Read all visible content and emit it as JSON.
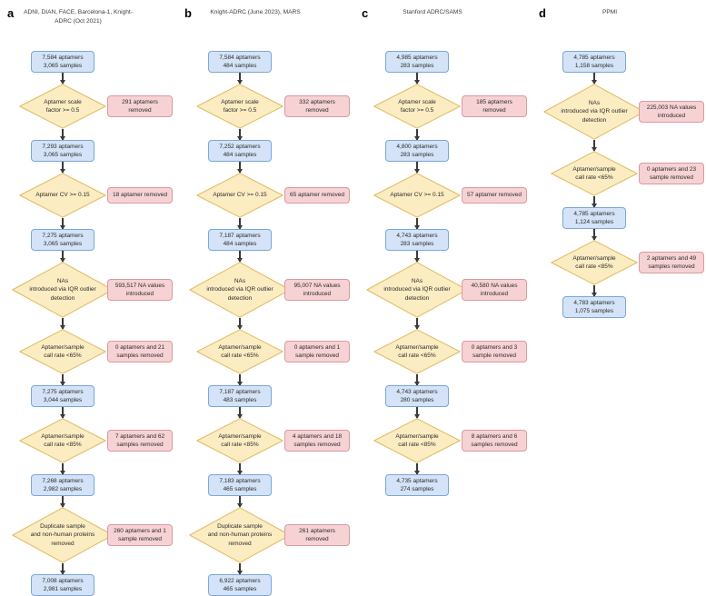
{
  "figure": {
    "kind": "flowchart",
    "colors": {
      "box_fill": "#d4e3f7",
      "box_stroke": "#7ba7d7",
      "decision_fill": "#fbecc2",
      "decision_stroke": "#e0bb62",
      "removed_fill": "#f6d2d4",
      "removed_stroke": "#d99a9f",
      "arrow": "#3a3a3a",
      "text": "#2b2b2b",
      "background": "#ffffff"
    }
  },
  "panels": [
    {
      "letter": "a",
      "title": "ADNI, DIAN, FACE, Barcelona-1, Knight-ADRC (Oct 2021)",
      "steps": [
        {
          "type": "box",
          "text": "7,584 aptamers\n3,065 samples"
        },
        {
          "type": "decision",
          "text": "Aptamer scale\nfactor >= 0.5",
          "side": "291 aptamers\nremoved"
        },
        {
          "type": "box",
          "text": "7,293 aptamers\n3,065 samples"
        },
        {
          "type": "decision",
          "text": "Aptamer CV >= 0.15",
          "side": "18 aptamer removed"
        },
        {
          "type": "box",
          "text": "7,275 aptamers\n3,065 samples"
        },
        {
          "type": "decision",
          "text": "NAs\nintroduced via IQR outlier\ndetection",
          "side": "593,517 NA values\nintroduced"
        },
        {
          "type": "decision",
          "text": "Aptamer/sample\ncall rate <65%",
          "side": "0 aptamers and 21\nsamples removed"
        },
        {
          "type": "box",
          "text": "7,275 aptamers\n3,044 samples"
        },
        {
          "type": "decision",
          "text": "Aptamer/sample\ncall rate <85%",
          "side": "7 aptamers and 62\nsamples removed"
        },
        {
          "type": "box",
          "text": "7,268 aptamers\n2,982 samples"
        },
        {
          "type": "decision",
          "text": "Duplicate sample\nand non-human proteins\nremoved",
          "side": "260 aptamers and 1\nsample removed"
        },
        {
          "type": "box",
          "text": "7,008 aptamers\n2,981 samples"
        }
      ]
    },
    {
      "letter": "b",
      "title": "Knight-ADRC (June 2023), MARS",
      "steps": [
        {
          "type": "box",
          "text": "7,584 aptamers\n484 samples"
        },
        {
          "type": "decision",
          "text": "Aptamer scale\nfactor >= 0.5",
          "side": "332 aptamers\nremoved"
        },
        {
          "type": "box",
          "text": "7,252 aptamers\n484 samples"
        },
        {
          "type": "decision",
          "text": "Aptamer CV >= 0.15",
          "side": "65 aptamer removed"
        },
        {
          "type": "box",
          "text": "7,187 aptamers\n484 samples"
        },
        {
          "type": "decision",
          "text": "NAs\nintroduced via IQR outlier\ndetection",
          "side": "95,007 NA values\nintroduced"
        },
        {
          "type": "decision",
          "text": "Aptamer/sample\ncall rate <65%",
          "side": "0 aptamers and 1\nsample removed"
        },
        {
          "type": "box",
          "text": "7,187 aptamers\n483 samples"
        },
        {
          "type": "decision",
          "text": "Aptamer/sample\ncall rate <85%",
          "side": "4 aptamers and 18\nsamples removed"
        },
        {
          "type": "box",
          "text": "7,183 aptamers\n465 samples"
        },
        {
          "type": "decision",
          "text": "Duplicate sample\nand non-human proteins\nremoved",
          "side": "261 aptamers\nremoved"
        },
        {
          "type": "box",
          "text": "6,922 aptamers\n465 samples"
        }
      ]
    },
    {
      "letter": "c",
      "title": "Stanford ADRC/SAMS",
      "steps": [
        {
          "type": "box",
          "text": "4,985 aptamers\n283 samples"
        },
        {
          "type": "decision",
          "text": "Aptamer scale\nfactor >= 0.5",
          "side": "185 aptamers\nremoved"
        },
        {
          "type": "box",
          "text": "4,800 aptamers\n283 samples"
        },
        {
          "type": "decision",
          "text": "Aptamer CV >= 0.15",
          "side": "57 aptamer removed"
        },
        {
          "type": "box",
          "text": "4,743 aptamers\n283 samples"
        },
        {
          "type": "decision",
          "text": "NAs\nintroduced via IQR outlier\ndetection",
          "side": "40,580 NA values\nintroduced"
        },
        {
          "type": "decision",
          "text": "Aptamer/sample\ncall rate <65%",
          "side": "0 aptamers and 3\nsample removed"
        },
        {
          "type": "box",
          "text": "4,743 aptamers\n280 samples"
        },
        {
          "type": "decision",
          "text": "Aptamer/sample\ncall rate <85%",
          "side": "8 aptamers and 6\nsamples removed"
        },
        {
          "type": "box",
          "text": "4,735 aptamers\n274 samples"
        }
      ]
    },
    {
      "letter": "d",
      "title": "PPMI",
      "steps": [
        {
          "type": "box",
          "text": "4,785 aptamers\n1,158 samples"
        },
        {
          "type": "decision",
          "text": "NAs\nintroduced via IQR outlier\ndetection",
          "side": "225,003 NA values\nintroduced"
        },
        {
          "type": "decision",
          "text": "Aptamer/sample\ncall rate <65%",
          "side": "0 aptamers and 23\nsample removed"
        },
        {
          "type": "box",
          "text": "4,785 aptamers\n1,124 samples"
        },
        {
          "type": "decision",
          "text": "Aptamer/sample\ncall rate <85%",
          "side": "2 aptamers and 49\nsamples removed"
        },
        {
          "type": "box",
          "text": "4,783 aptamers\n1,075 samples"
        }
      ]
    }
  ]
}
